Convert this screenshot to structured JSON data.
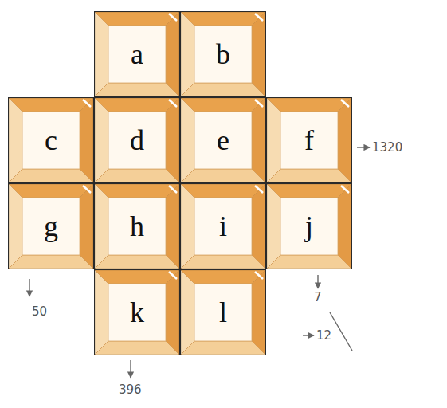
{
  "diagram": {
    "nodes": [
      {
        "text": [
          "a"
        ]
      },
      {
        "text": [
          "b"
        ]
      },
      {
        "text": [
          "c"
        ]
      },
      {
        "text": [
          "d"
        ]
      },
      {
        "text": [
          "e"
        ]
      },
      {
        "text": [
          "f"
        ]
      },
      {
        "text": [
          "g"
        ]
      },
      {
        "text": [
          "h"
        ]
      },
      {
        "text": [
          "i"
        ]
      },
      {
        "text": [
          "j"
        ]
      },
      {
        "text": [
          "k"
        ]
      },
      {
        "text": [
          "l"
        ]
      }
    ],
    "labels": [
      "1320",
      "50",
      "7",
      "12",
      "396"
    ]
  }
}
